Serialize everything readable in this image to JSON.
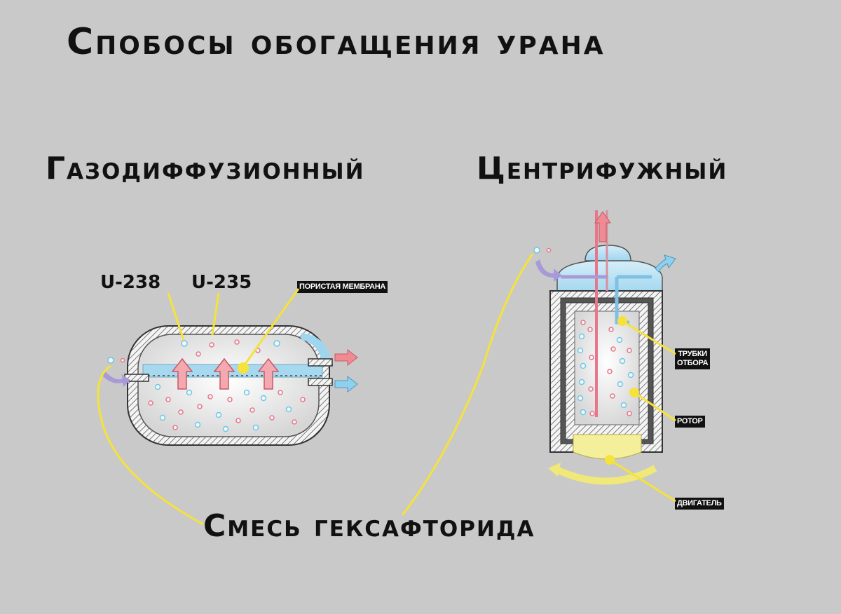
{
  "title": "Спобосы обогащения урана",
  "methods": {
    "gas_diffusion": "Газодиффузионный",
    "centrifuge": "Центрифужный"
  },
  "isotopes": {
    "u238": "U-238",
    "u235": "U-235"
  },
  "labels": {
    "membrane": "ПОРИСТАЯ МЕМБРАНА",
    "tubes_line1": "ТРУБКИ",
    "tubes_line2": "ОТБОРА",
    "rotor": "РОТОР",
    "engine": "ДВИГАТЕЛЬ"
  },
  "mixture": "Смесь гексафторида",
  "colors": {
    "background": "#c9c9c9",
    "callout_line": "#f5e23a",
    "u238_particle": "#e8758a",
    "u235_particle": "#6cc8e8",
    "heavy_flow": "#f08a93",
    "light_flow": "#8fd0ee"
  }
}
